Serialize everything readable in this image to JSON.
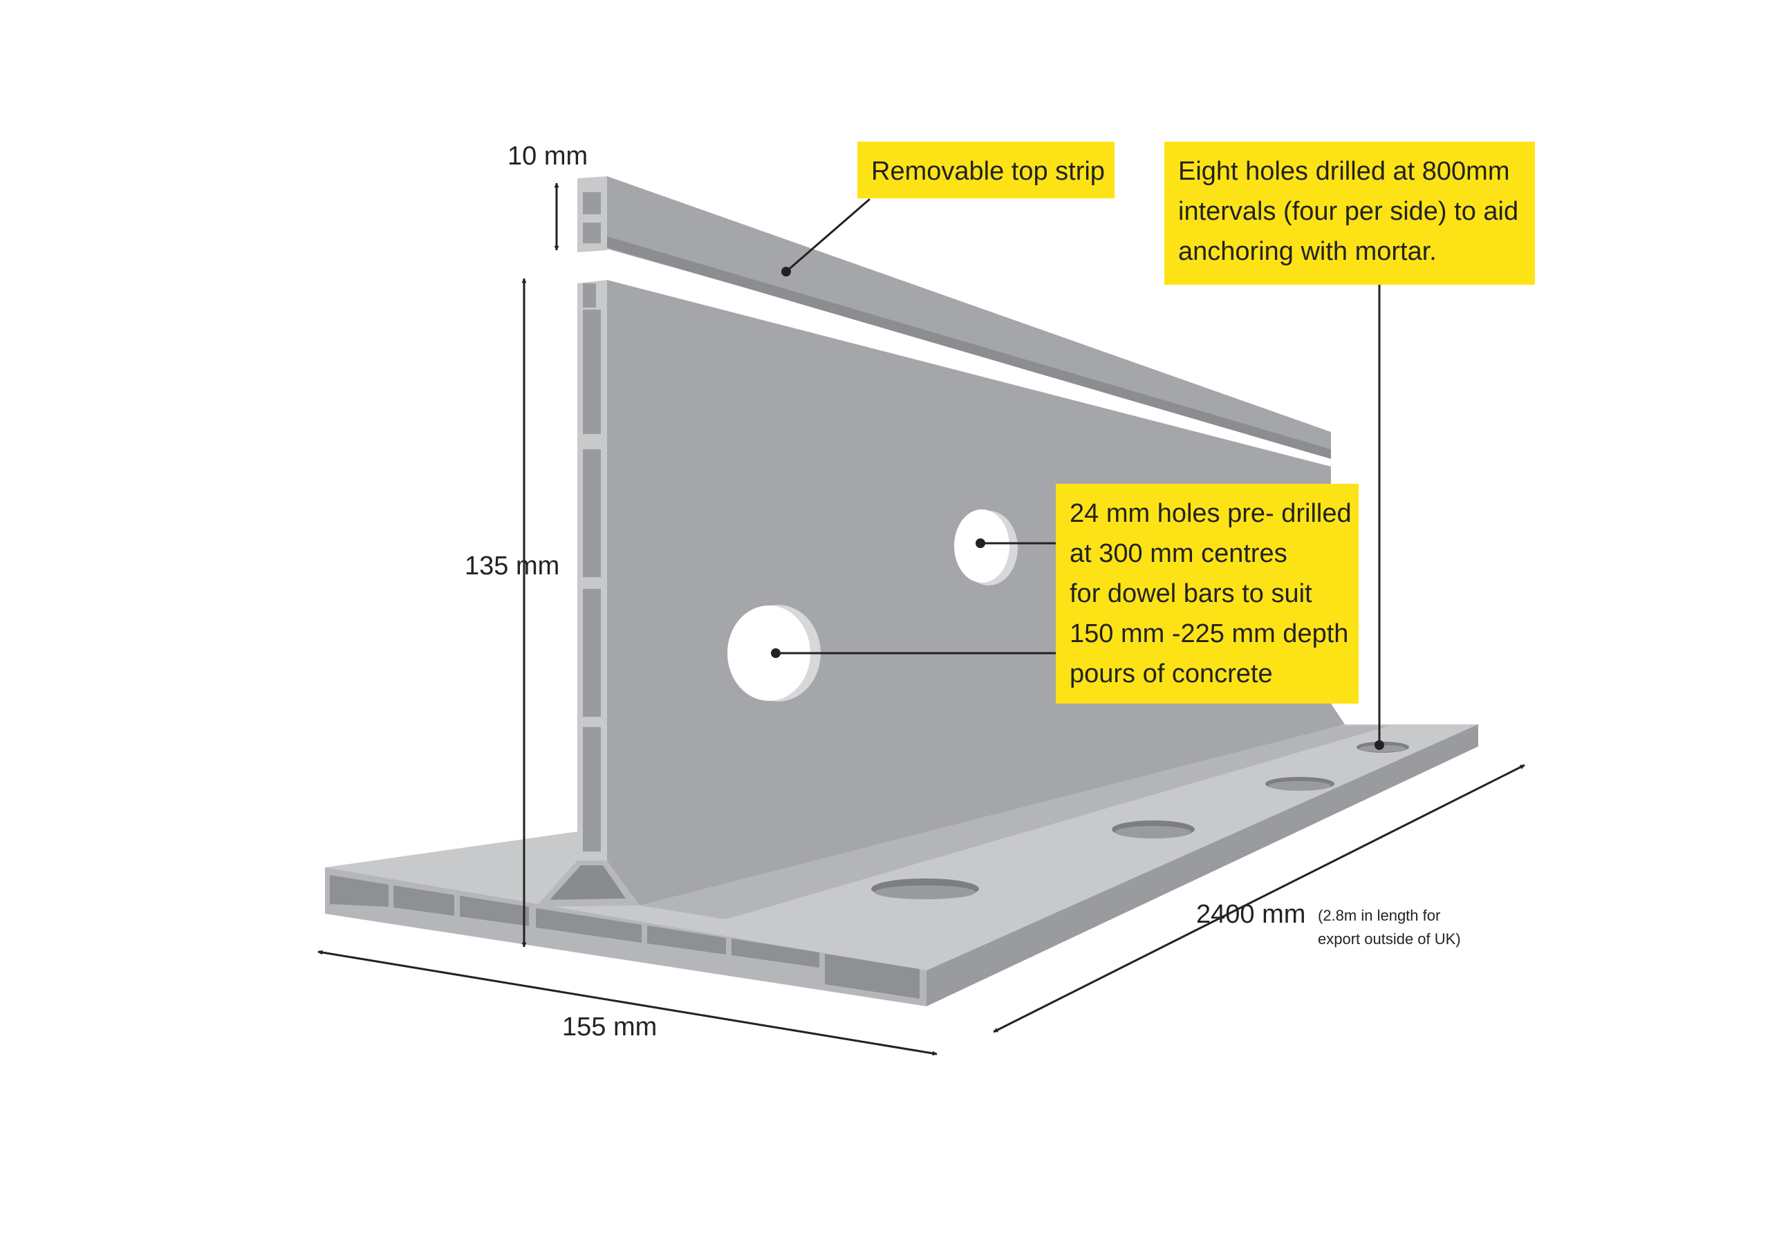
{
  "colors": {
    "callout_bg": "#fde316",
    "metal_face": "#a5a6a9",
    "metal_light": "#c8c9cb",
    "metal_dark": "#8c8d90",
    "ink": "#222222"
  },
  "dimensions": {
    "strip_height": "10 mm",
    "web_height": "135 mm",
    "base_width": "155 mm",
    "length": "2400 mm",
    "length_note": [
      "(2.8m in length for",
      "export outside of UK)"
    ]
  },
  "callouts": {
    "top_strip": {
      "lines": [
        "Removable top strip"
      ]
    },
    "anchor_holes": {
      "lines": [
        "Eight holes drilled at 800mm",
        "intervals (four per side) to aid",
        "anchoring with mortar."
      ]
    },
    "dowel_holes": {
      "lines": [
        "24 mm holes pre- drilled",
        "at 300 mm centres",
        "for dowel bars to suit",
        "150 mm -225 mm depth",
        "pours of concrete"
      ]
    }
  }
}
